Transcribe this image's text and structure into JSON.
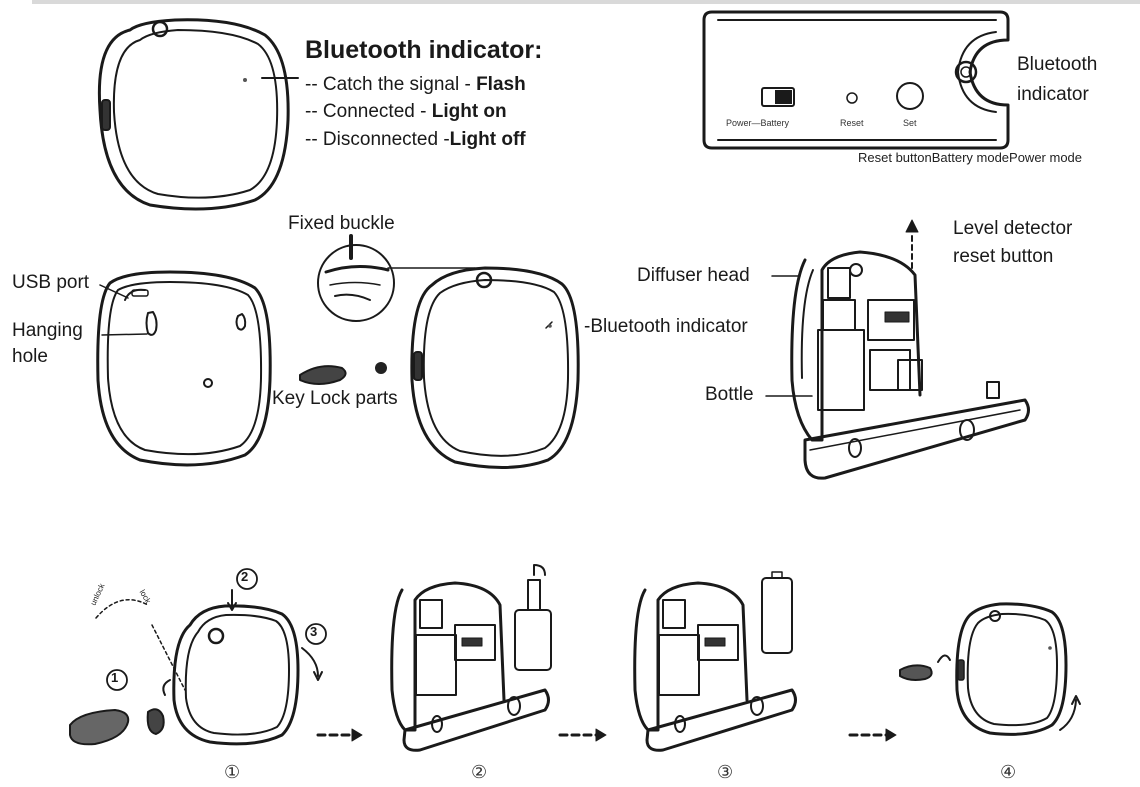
{
  "bluetooth_legend": {
    "heading": "Bluetooth indicator:",
    "lines": [
      {
        "prefix": "-- Catch the signal - ",
        "bold": "Flash"
      },
      {
        "prefix": "-- Connected - ",
        "bold": "Light on"
      },
      {
        "prefix": "-- Disconnected -",
        "bold": "Light off"
      }
    ]
  },
  "panel": {
    "switch_label": "Power—Battery",
    "reset_label": "Reset",
    "set_label": "Set",
    "indicator_label_line1": "Bluetooth",
    "indicator_label_line2": "indicator",
    "caption": "Reset buttonBattery modePower mode"
  },
  "callouts": {
    "fixed_buckle": "Fixed buckle",
    "usb_port": "USB port",
    "hanging_hole_line1": "Hanging",
    "hanging_hole_line2": "hole",
    "key_lock_parts": "Key Lock parts",
    "bluetooth_indicator": "-Bluetooth indicator",
    "diffuser_head": "Diffuser head",
    "level_detector_line1": "Level detector",
    "level_detector_line2": "reset button",
    "bottle": "Bottle"
  },
  "steps": {
    "labels": [
      "①",
      "②",
      "③",
      "④"
    ],
    "marker_1": "1",
    "marker_2": "2",
    "marker_3": "3",
    "arc_left": "unlock",
    "arc_right": "lock"
  }
}
